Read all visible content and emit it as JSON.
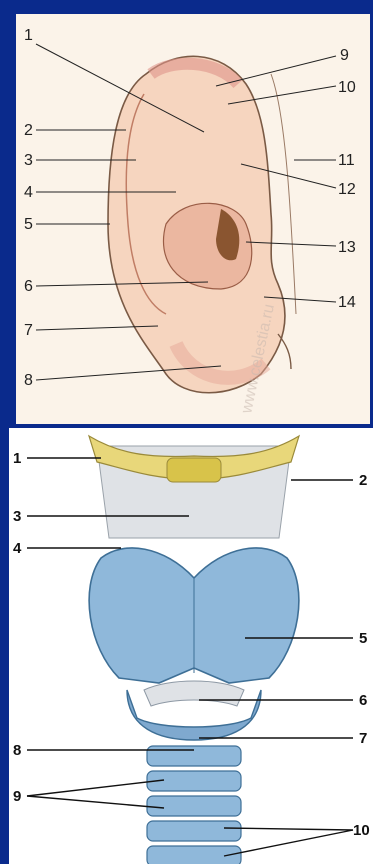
{
  "ear": {
    "labels": [
      {
        "n": "1"
      },
      {
        "n": "2"
      },
      {
        "n": "3"
      },
      {
        "n": "4"
      },
      {
        "n": "5"
      },
      {
        "n": "6"
      },
      {
        "n": "7"
      },
      {
        "n": "8"
      },
      {
        "n": "9"
      },
      {
        "n": "10"
      },
      {
        "n": "11"
      },
      {
        "n": "12"
      },
      {
        "n": "13"
      },
      {
        "n": "14"
      }
    ],
    "watermark": "www.celestia.ru"
  },
  "larynx": {
    "labels": [
      {
        "n": "1"
      },
      {
        "n": "2"
      },
      {
        "n": "3"
      },
      {
        "n": "4"
      },
      {
        "n": "5"
      },
      {
        "n": "6"
      },
      {
        "n": "7"
      },
      {
        "n": "8"
      },
      {
        "n": "9"
      },
      {
        "n": "10"
      }
    ]
  },
  "colors": {
    "background": "#0a2a8c",
    "skin": "#f6d5bf",
    "hyoid": "#e8d77a",
    "cartilage": "#8fb8da"
  }
}
